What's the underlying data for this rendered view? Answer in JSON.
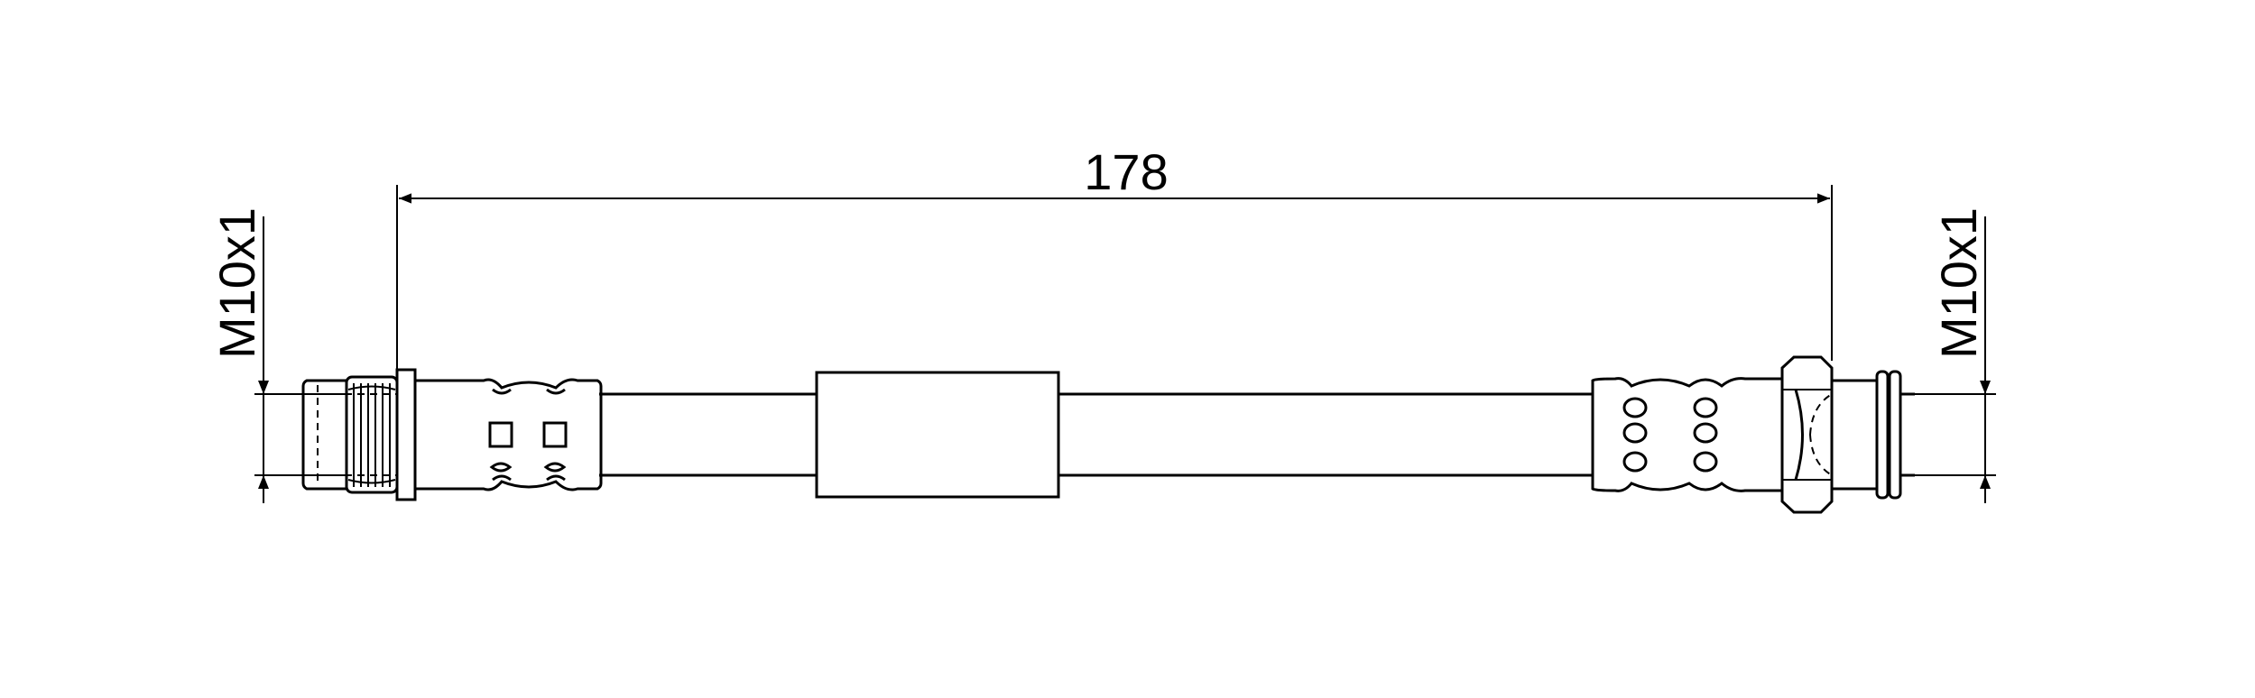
{
  "dimensions": {
    "length": "178",
    "left_thread": "M10x1",
    "right_thread": "M10x1"
  }
}
